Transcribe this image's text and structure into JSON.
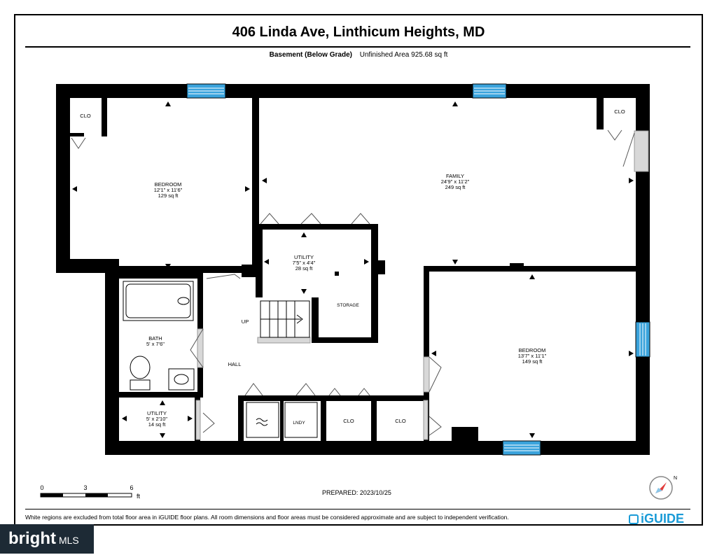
{
  "header": {
    "address": "406 Linda Ave, Linthicum Heights, MD",
    "level_name": "Basement (Below Grade)",
    "area_text": "Unfinished Area 925.68 sq ft"
  },
  "rooms": {
    "bedroom1": {
      "name": "BEDROOM",
      "dims": "12'1\" x 11'6\"",
      "area": "129 sq ft"
    },
    "family": {
      "name": "FAMILY",
      "dims": "24'9\" x 11'2\"",
      "area": "249 sq ft"
    },
    "utility1": {
      "name": "UTILITY",
      "dims": "7'5\" x 4'4\"",
      "area": "28 sq ft"
    },
    "storage": {
      "name": "STORAGE"
    },
    "bath": {
      "name": "BATH",
      "dims": "5' x 7'6\""
    },
    "hall": {
      "name": "HALL"
    },
    "up": {
      "name": "UP"
    },
    "utility2": {
      "name": "UTILITY",
      "dims": "5' x 2'10\"",
      "area": "14 sq ft"
    },
    "bedroom2": {
      "name": "BEDROOM",
      "dims": "13'7\" x 11'1\"",
      "area": "149 sq ft"
    },
    "clo_labels": [
      "CLO",
      "CLO",
      "CLO",
      "CLO"
    ],
    "lndy": "LNDY"
  },
  "scale": {
    "ticks": [
      "0",
      "3",
      "6"
    ],
    "unit": "ft"
  },
  "compass_label": "N",
  "prepared": "PREPARED: 2023/10/25",
  "disclaimer": "White regions are excluded from total floor area in iGUIDE floor plans. All room dimensions and floor areas must be considered approximate and are subject to independent verification.",
  "brand": "iGUIDE",
  "watermark": {
    "text": "bright",
    "tag": "MLS"
  },
  "colors": {
    "wall": "#000000",
    "window": "#3aa3dc",
    "door_jamb": "#d8d8d8",
    "brand": "#1a9bd7"
  }
}
